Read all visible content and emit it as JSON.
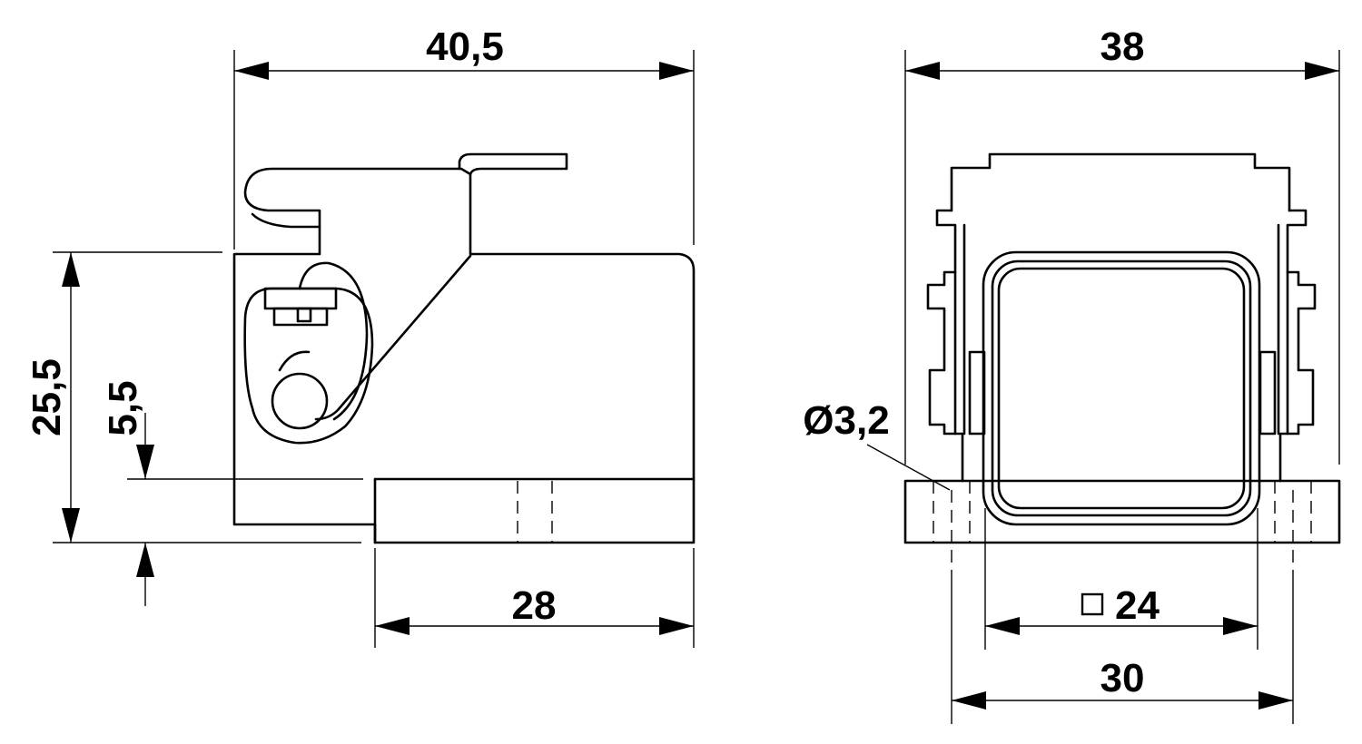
{
  "dimensions": {
    "top_width_left": "40,5",
    "top_width_right": "38",
    "height_total": "25,5",
    "base_height": "5,5",
    "base_length": "28",
    "hole_diameter": "Ø3,2",
    "square_size": "24",
    "hole_spacing": "30"
  }
}
